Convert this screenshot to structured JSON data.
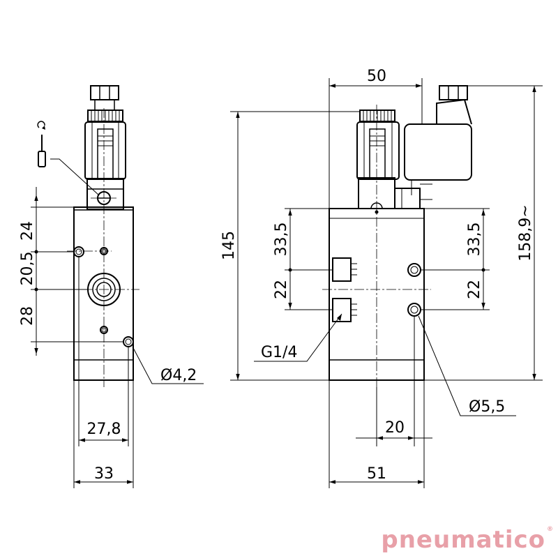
{
  "brand": {
    "logo_text": "pneumatico",
    "logo_color": "#e8a0a8",
    "trademark": "®"
  },
  "side_view": {
    "dimensions": {
      "d24": "24",
      "d20_5": "20,5",
      "d28": "28",
      "d27_8": "27,8",
      "d33": "33",
      "hole": "Ø4,2"
    }
  },
  "front_view": {
    "dimensions": {
      "d50": "50",
      "d145": "145",
      "d158_9": "158,9~",
      "d33_5_left": "33,5",
      "d22_left": "22",
      "d33_5_right": "33,5",
      "d22_right": "22",
      "thread": "G1/4",
      "hole": "Ø5,5",
      "d20": "20",
      "d51": "51"
    }
  }
}
